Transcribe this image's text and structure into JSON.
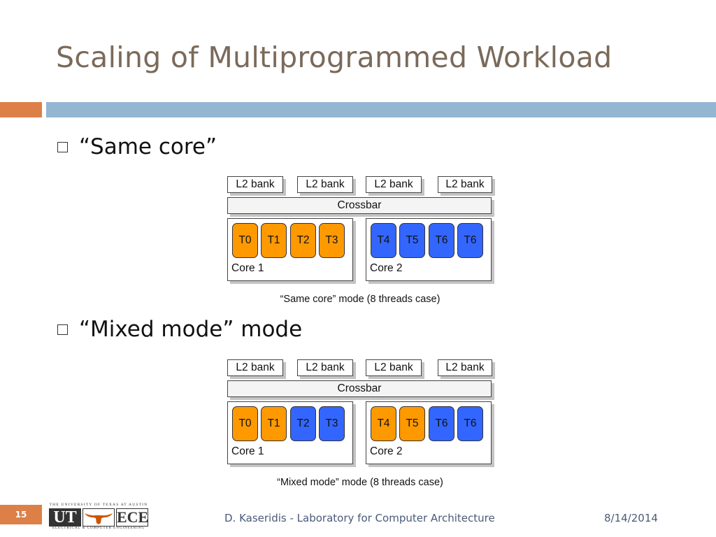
{
  "slide": {
    "title": "Scaling of Multiprogrammed Workload",
    "number": "15"
  },
  "bullets": [
    "“Same core”",
    "“Mixed mode” mode"
  ],
  "colors": {
    "accent_orange": "#dd8047",
    "accent_blue": "#94b6d2",
    "thread_orange": "#ff9900",
    "thread_blue": "#3366ff"
  },
  "diagrams": [
    {
      "l2_banks": [
        "L2 bank",
        "L2 bank",
        "L2 bank",
        "L2 bank"
      ],
      "crossbar": "Crossbar",
      "cores": [
        {
          "label": "Core 1",
          "threads": [
            {
              "label": "T0",
              "color": "#ff9900"
            },
            {
              "label": "T1",
              "color": "#ff9900"
            },
            {
              "label": "T2",
              "color": "#ff9900"
            },
            {
              "label": "T3",
              "color": "#ff9900"
            }
          ]
        },
        {
          "label": "Core 2",
          "threads": [
            {
              "label": "T4",
              "color": "#3366ff"
            },
            {
              "label": "T5",
              "color": "#3366ff"
            },
            {
              "label": "T6",
              "color": "#3366ff"
            },
            {
              "label": "T6",
              "color": "#3366ff"
            }
          ]
        }
      ],
      "caption": "“Same core” mode (8 threads case)"
    },
    {
      "l2_banks": [
        "L2 bank",
        "L2 bank",
        "L2 bank",
        "L2 bank"
      ],
      "crossbar": "Crossbar",
      "cores": [
        {
          "label": "Core 1",
          "threads": [
            {
              "label": "T0",
              "color": "#ff9900"
            },
            {
              "label": "T1",
              "color": "#ff9900"
            },
            {
              "label": "T2",
              "color": "#3366ff"
            },
            {
              "label": "T3",
              "color": "#3366ff"
            }
          ]
        },
        {
          "label": "Core 2",
          "threads": [
            {
              "label": "T4",
              "color": "#ff9900"
            },
            {
              "label": "T5",
              "color": "#ff9900"
            },
            {
              "label": "T6",
              "color": "#3366ff"
            },
            {
              "label": "T6",
              "color": "#3366ff"
            }
          ]
        }
      ],
      "caption": "“Mixed mode” mode (8 threads case)"
    }
  ],
  "footer": {
    "logo_top": "THE UNIVERSITY OF TEXAS AT AUSTIN",
    "logo_ut": "UT",
    "logo_ece": "ECE",
    "logo_bottom": "ELECTRICAL & COMPUTER ENGINEERING",
    "author": "D. Kaseridis - Laboratory for Computer Architecture",
    "date": "8/14/2014"
  }
}
